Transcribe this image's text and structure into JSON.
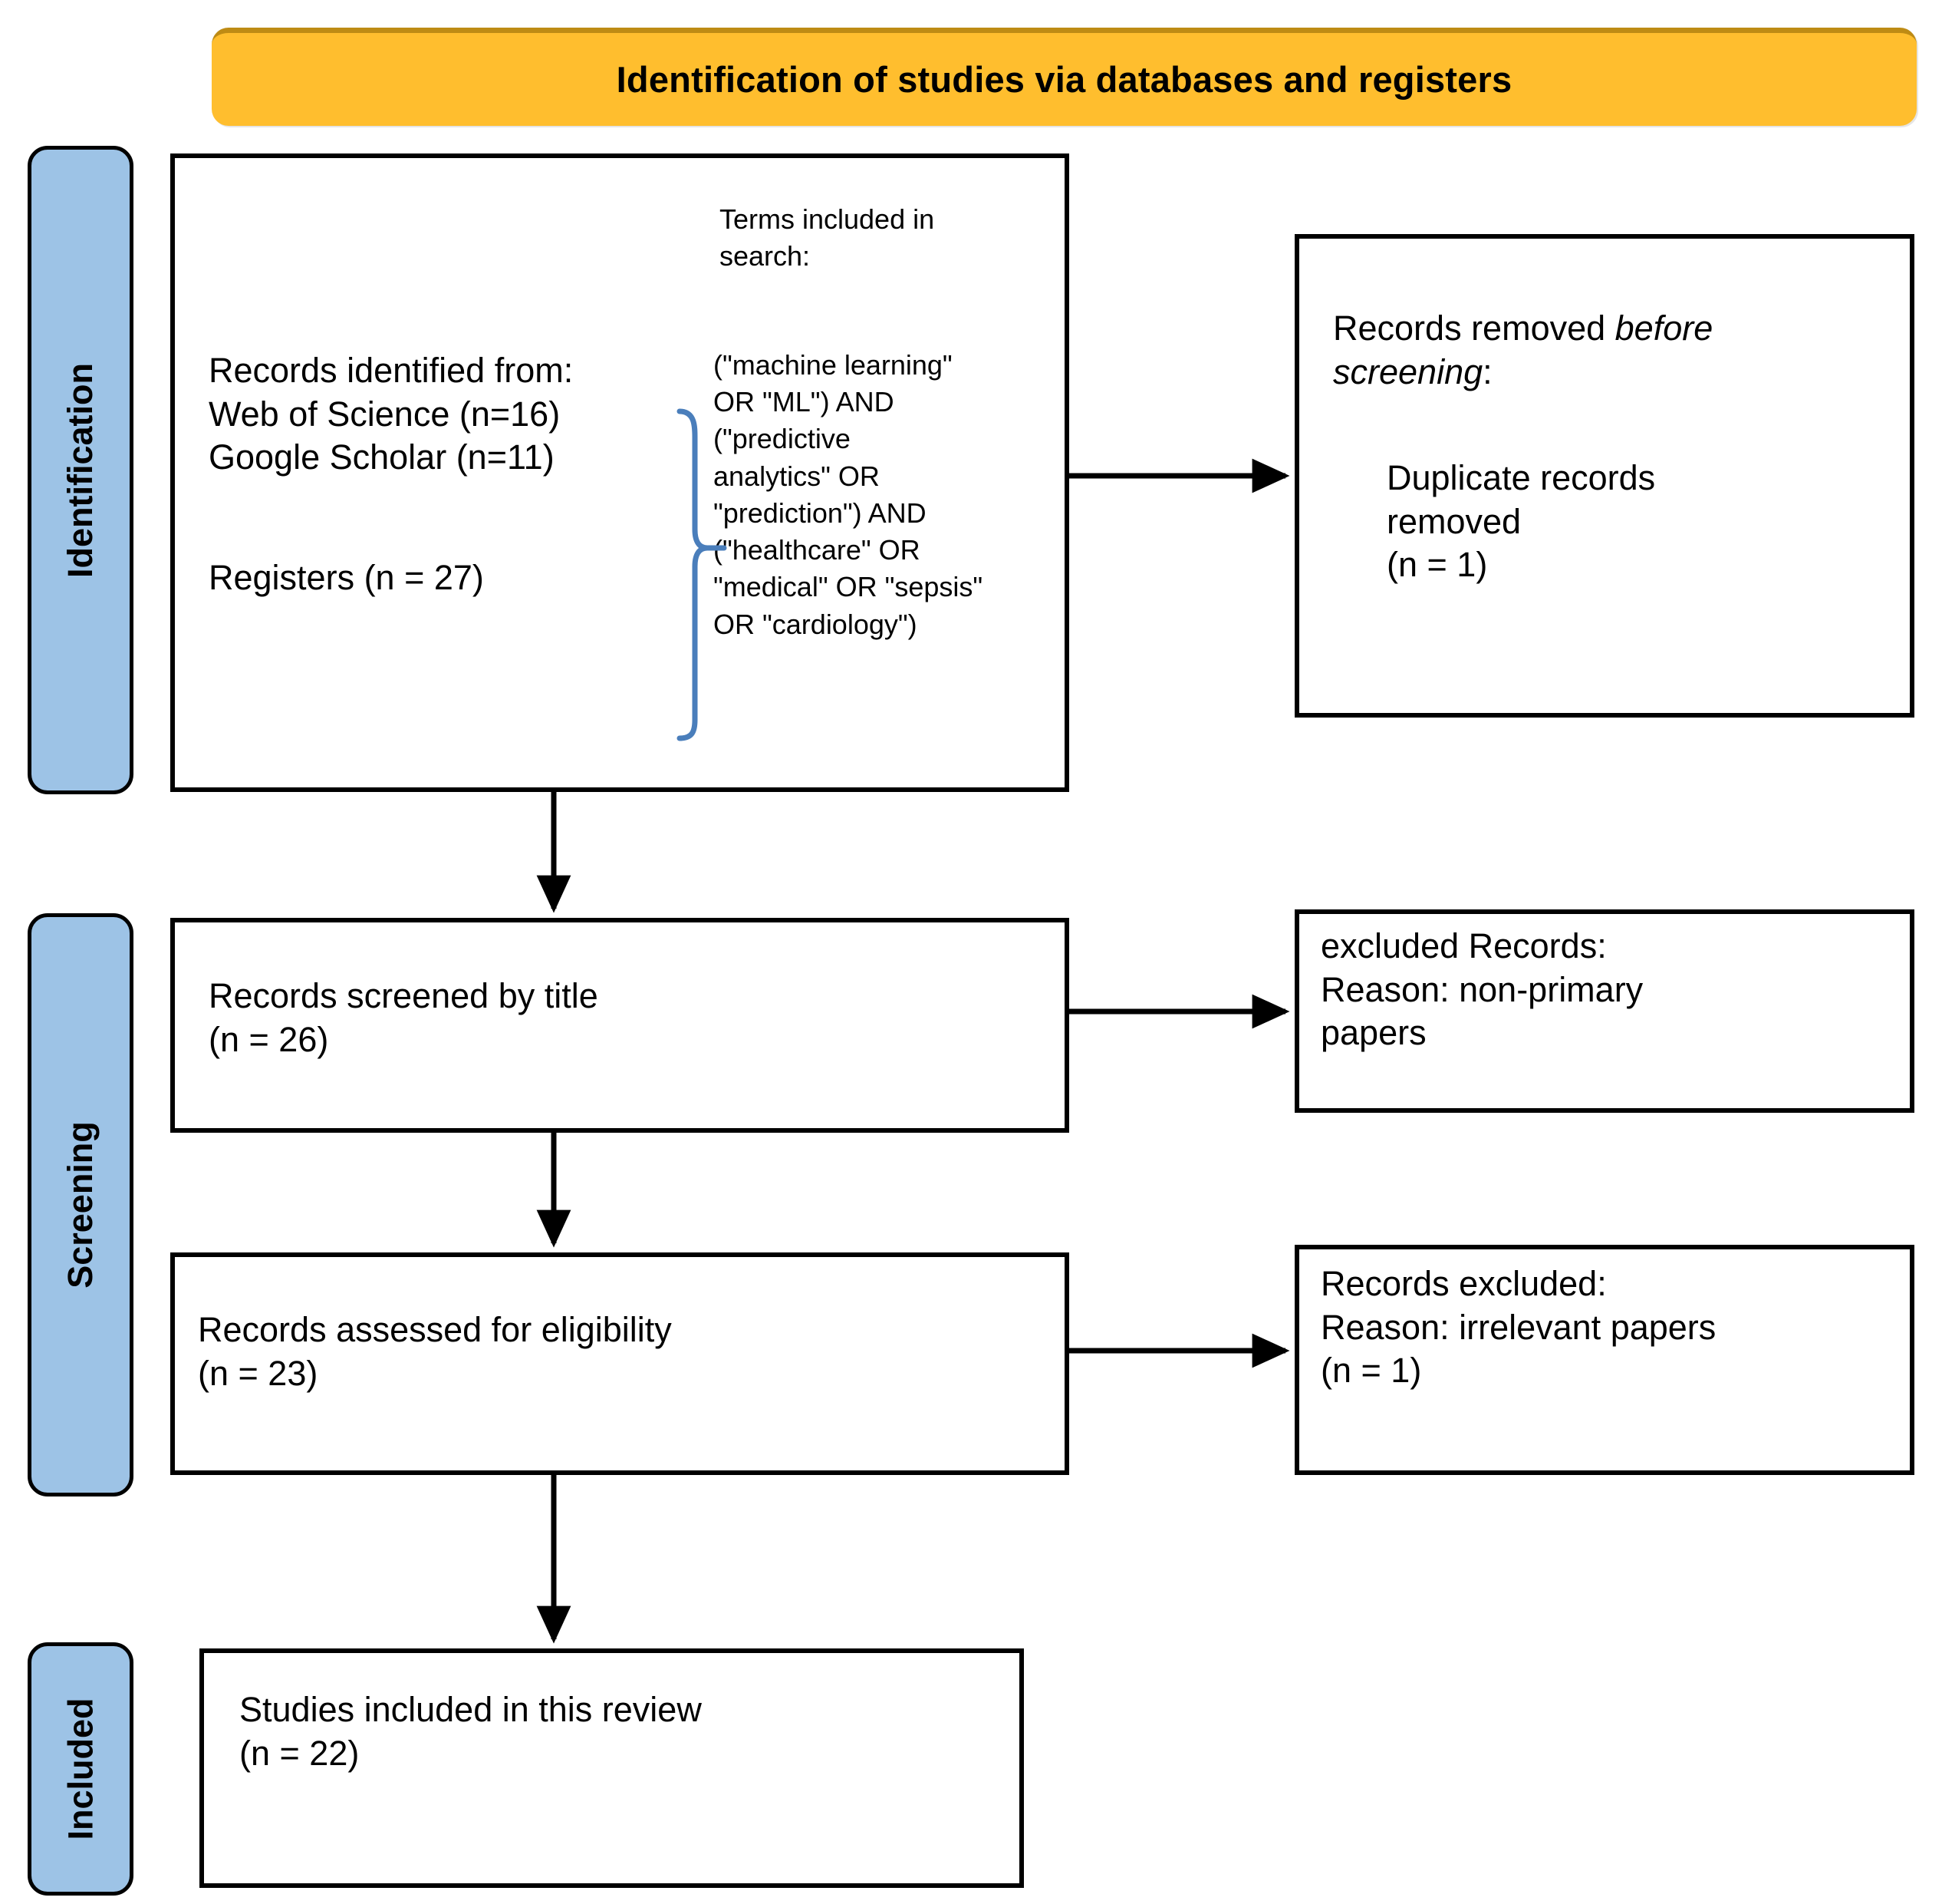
{
  "header": {
    "title": "Identification of studies via databases and registers",
    "color": "#FFBE2E",
    "border_color": "#BE8B14"
  },
  "stages": [
    {
      "key": "identification",
      "label": "Identification",
      "color": "#9DC3E6"
    },
    {
      "key": "screening",
      "label": "Screening",
      "color": "#9DC3E6"
    },
    {
      "key": "included",
      "label": "Included",
      "color": "#9DC3E6"
    }
  ],
  "boxes": {
    "identified": {
      "records_identified": "Records identified from:\nWeb of Science (n=16)\nGoogle Scholar (n=11)",
      "registers": "Registers (n = 27)",
      "terms_heading": "Terms included in\nsearch:",
      "terms_query": "(\"machine learning\"\nOR \"ML\") AND\n(\"predictive\nanalytics\" OR\n\"prediction\") AND\n(\"healthcare\" OR\n\"medical\" OR \"sepsis\"\nOR \"cardiology\")",
      "brace_color": "#4A7EBB"
    },
    "removed_before_screening": {
      "heading_plain": "Records removed ",
      "heading_italic_1": "before",
      "heading_italic_2": "screening",
      "heading_colon": ":",
      "body": "Duplicate records\nremoved\n (n = 1)"
    },
    "screened_by_title": {
      "text": "Records screened by title\n(n = 26)"
    },
    "excluded_non_primary": {
      "text": "excluded Records:\nReason: non-primary\npapers"
    },
    "assessed_eligibility": {
      "text": "Records assessed for eligibility\n(n = 23)"
    },
    "excluded_irrelevant": {
      "text": "Records excluded:\nReason: irrelevant papers\n(n = 1)"
    },
    "studies_included": {
      "text": "Studies included in this review\n(n = 22)"
    }
  },
  "flow_data": {
    "type": "prisma-flow",
    "counts": {
      "web_of_science": 16,
      "google_scholar": 11,
      "registers": 27,
      "duplicates_removed": 1,
      "screened_by_title": 26,
      "assessed_for_eligibility": 23,
      "excluded_irrelevant": 1,
      "studies_included": 22
    }
  }
}
